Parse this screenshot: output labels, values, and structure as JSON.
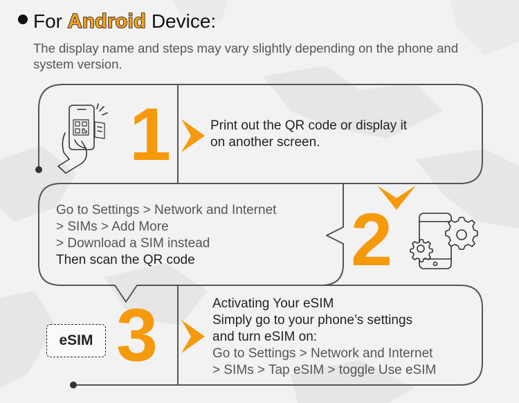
{
  "header": {
    "prefix": "For",
    "highlight": "Android",
    "suffix": "Device:",
    "subtitle": "The display name and steps may vary slightly depending on the phone and system version."
  },
  "steps": [
    {
      "number": "1",
      "lines": [
        "Print out the QR code or display it",
        "on another screen."
      ],
      "icon": "hand-phone-qr-icon"
    },
    {
      "number": "2",
      "lines": [
        "Go to Settings > Network and Internet",
        "> SIMs > Add More",
        "> Download a SIM instead",
        "Then scan the QR code"
      ],
      "icon": "phone-gears-icon"
    },
    {
      "number": "3",
      "lines": [
        "Activating Your eSIM",
        "Simply go to your phone’s settings",
        "and turn eSIM on:",
        "Go to Settings > Network and Internet",
        "> SIMs > Tap eSIM > toggle Use eSIM"
      ],
      "badge": "eSIM"
    }
  ],
  "colors": {
    "accent": "#f59a0c",
    "outline": "#555555",
    "text": "#222222",
    "muted": "#555555",
    "background": "#f2f2f2"
  }
}
